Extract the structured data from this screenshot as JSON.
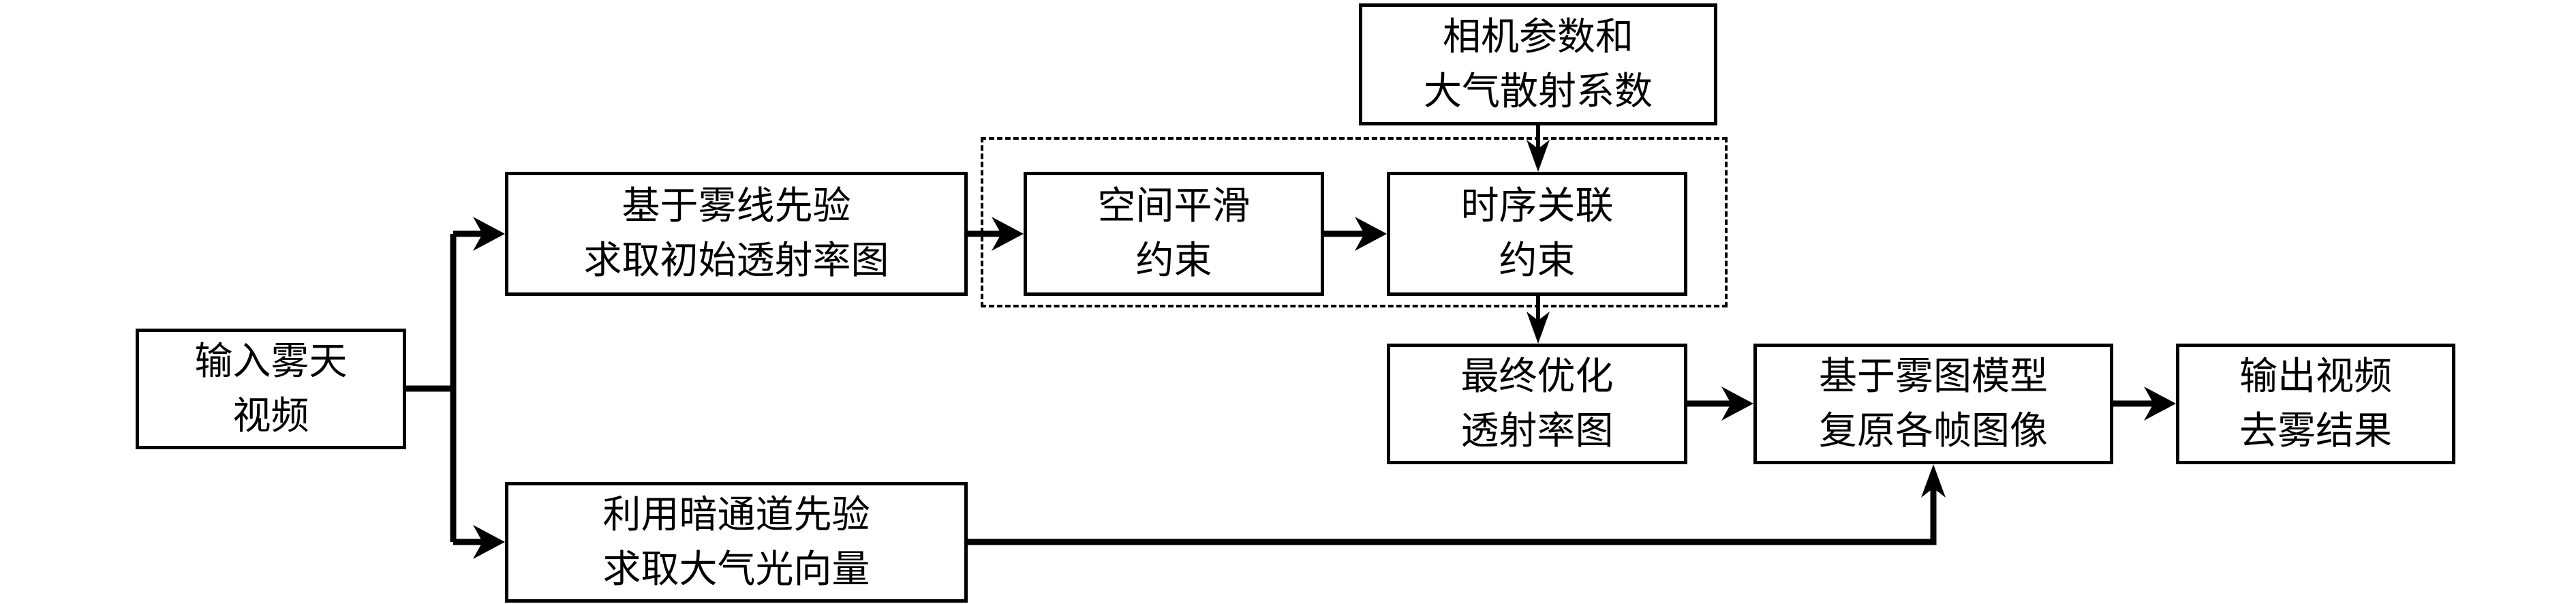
{
  "diagram": {
    "type": "flowchart",
    "nodes": {
      "input": {
        "lines": [
          "输入雾天",
          "视频"
        ]
      },
      "haze_line": {
        "lines": [
          "基于雾线先验",
          "求取初始透射率图"
        ]
      },
      "dark_channel": {
        "lines": [
          "利用暗通道先验",
          "求取大气光向量"
        ]
      },
      "spatial": {
        "lines": [
          "空间平滑",
          "约束"
        ]
      },
      "temporal": {
        "lines": [
          "时序关联",
          "约束"
        ]
      },
      "camera_params": {
        "lines": [
          "相机参数和",
          "大气散射系数"
        ]
      },
      "final_trans": {
        "lines": [
          "最终优化",
          "透射率图"
        ]
      },
      "restore": {
        "lines": [
          "基于雾图模型",
          "复原各帧图像"
        ]
      },
      "output": {
        "lines": [
          "输出视频",
          "去雾结果"
        ]
      }
    },
    "edges": [
      {
        "from": "input",
        "to": "haze_line"
      },
      {
        "from": "input",
        "to": "dark_channel"
      },
      {
        "from": "haze_line",
        "to": "spatial"
      },
      {
        "from": "spatial",
        "to": "temporal"
      },
      {
        "from": "camera_params",
        "to": "temporal"
      },
      {
        "from": "temporal",
        "to": "final_trans"
      },
      {
        "from": "final_trans",
        "to": "restore"
      },
      {
        "from": "dark_channel",
        "to": "restore"
      },
      {
        "from": "restore",
        "to": "output"
      }
    ],
    "groups": [
      {
        "name": "optimization-group",
        "style": "dashed",
        "members": [
          "spatial",
          "temporal"
        ]
      }
    ]
  }
}
